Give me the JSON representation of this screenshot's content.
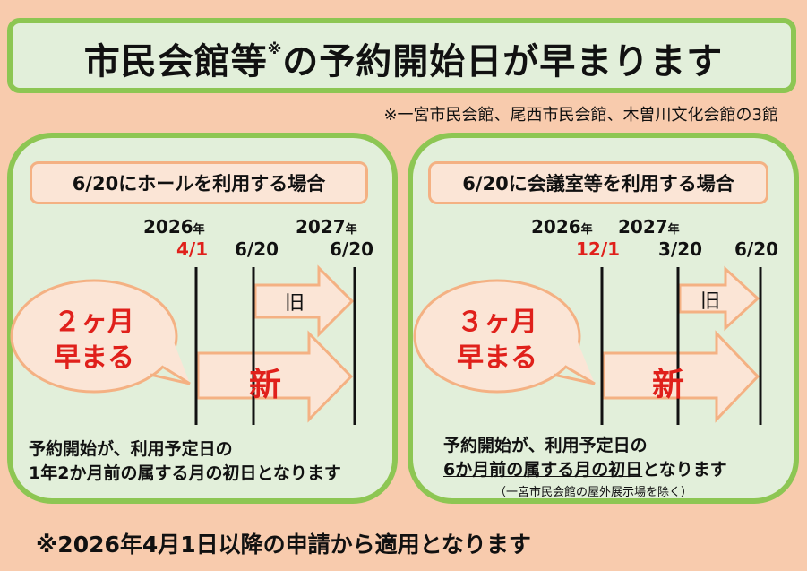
{
  "title": {
    "text": "市民会館等",
    "mark": "※",
    "rest": "の予約開始日が早まります"
  },
  "note": "※一宮市民会館、尾西市民会館、木曽川文化会館の3館",
  "left": {
    "header": "6/20にホールを利用する場合",
    "year1": "2026",
    "year2": "2027",
    "year_suffix": "年",
    "date_new": "4/1",
    "date_use": "6/20",
    "date_use_next": "6/20",
    "old_label": "旧",
    "new_label": "新",
    "bubble_line1": "２ヶ月",
    "bubble_line2": "早まる",
    "text_line1": "予約開始が、利用予定日の",
    "text_line2_underlined": "1年2か月前の属する月の初日",
    "text_line2_rest": "となります"
  },
  "right": {
    "header": "6/20に会議室等を利用する場合",
    "year1": "2026",
    "year2": "2027",
    "year_suffix": "年",
    "date_new": "12/1",
    "date_old": "3/20",
    "date_use": "6/20",
    "old_label": "旧",
    "new_label": "新",
    "bubble_line1": "３ヶ月",
    "bubble_line2": "早まる",
    "text_line1": "予約開始が、利用予定日の",
    "text_line2_underlined": "6か月前の属する月の初日",
    "text_line2_rest": "となります",
    "exception": "（一宮市民会館の屋外展示場を除く）"
  },
  "footer": "※2026年4月1日以降の申請から適用となります",
  "colors": {
    "background": "#f8cbad",
    "panel": "#e2efda",
    "border": "#8dc653",
    "accent_red": "#e0201b",
    "arrow_fill": "#fbe5d6",
    "arrow_stroke": "#f4b183"
  }
}
